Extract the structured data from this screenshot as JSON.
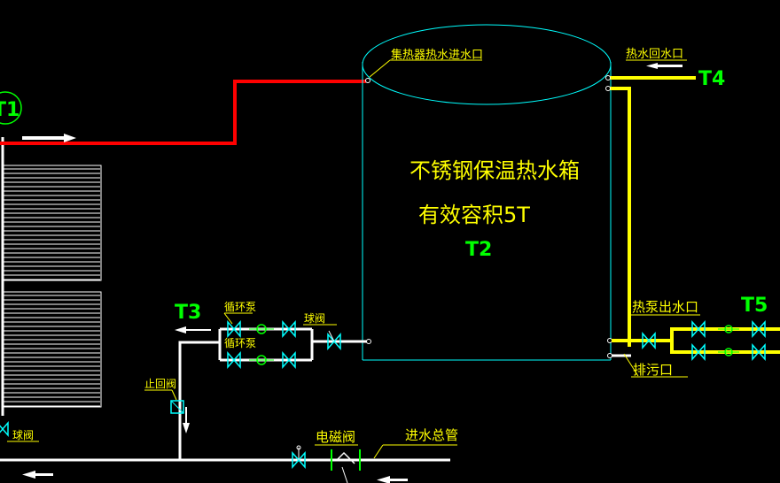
{
  "labels": {
    "t1": "T1",
    "t2": "T2",
    "t3": "T3",
    "t4": "T4",
    "t5": "T5",
    "collector_inlet": "集热器热水进水口",
    "hot_return": "热水回水口",
    "tank_title": "不锈钢保温热水箱",
    "tank_volume": "有效容积5T",
    "pump_outlet": "热泵出水口",
    "drain": "排污口",
    "circ_pump_1": "循环泵",
    "circ_pump_2": "循环泵",
    "ball_valve_right": "球阀",
    "check_valve": "止回阀",
    "ball_valve_left": "球阀",
    "solenoid_valve": "电磁阀",
    "main_inlet": "进水总管"
  },
  "colors": {
    "background": "#000000",
    "outline": "#00ffff",
    "hot_pipe": "#ff0000",
    "pump_pipe": "#ffff00",
    "water_pipe": "#ffffff",
    "tag": "#00ff00",
    "valve": "#00ffff",
    "pump_symbol": "#00ff00",
    "text": "#ffffff",
    "leader": "#ffff00"
  }
}
